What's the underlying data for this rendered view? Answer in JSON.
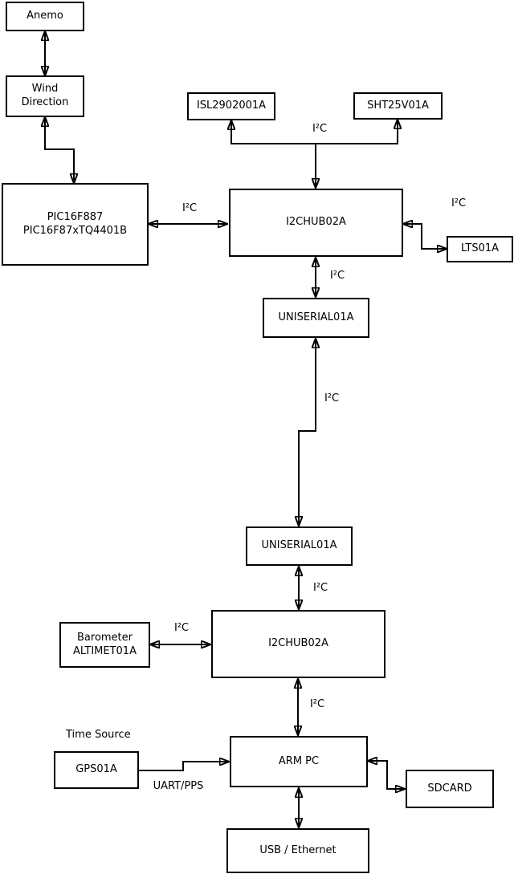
{
  "diagram": {
    "nodes": {
      "anemo": {
        "label": "Anemo"
      },
      "wind": {
        "line1": "Wind",
        "line2": "Direction"
      },
      "pic": {
        "line1": "PIC16F887",
        "line2": "PIC16F87xTQ4401B"
      },
      "isl": {
        "label": "ISL2902001A"
      },
      "sht": {
        "label": "SHT25V01A"
      },
      "hub1": {
        "label": "I2CHUB02A"
      },
      "lts": {
        "label": "LTS01A"
      },
      "uniserial1": {
        "label": "UNISERIAL01A"
      },
      "uniserial2": {
        "label": "UNISERIAL01A"
      },
      "hub2": {
        "label": "I2CHUB02A"
      },
      "barometer": {
        "line1": "Barometer",
        "line2": "ALTIMET01A"
      },
      "armpc": {
        "label": "ARM PC"
      },
      "gps": {
        "label": "GPS01A"
      },
      "sdcard": {
        "label": "SDCARD"
      },
      "usb": {
        "label": "USB / Ethernet"
      }
    },
    "labels": {
      "time_source": "Time Source",
      "uart_pps": "UART/PPS",
      "i2c_pic_hub1": "I²C",
      "i2c_sensor_bus": "I²C",
      "i2c_hub1_lts": "I²C",
      "i2c_hub1_uniserial1": "I²C",
      "i2c_uniserial_link": "I²C",
      "i2c_uniserial2_hub2": "I²C",
      "i2c_barometer_hub2": "I²C",
      "i2c_hub2_armpc": "I²C"
    },
    "colors": {
      "stroke": "#000000",
      "background": "#ffffff"
    }
  }
}
